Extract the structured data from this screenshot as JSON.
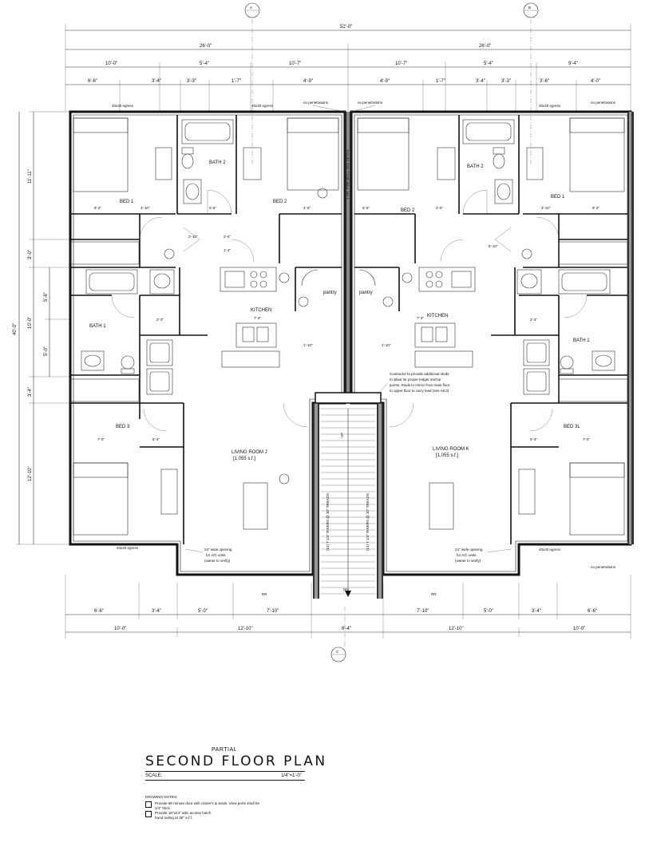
{
  "title": {
    "partial": "PARTIAL",
    "main": "SECOND FLOOR PLAN",
    "scale_label": "SCALE:",
    "scale_value": "1/4\"=1'-0\""
  },
  "drawing_notes": {
    "heading": "DRAWING NOTES:",
    "items": [
      "Provide 90 minute door with closer's & seals. View ports shall be 1/4\" thick",
      "Provide 18\"x24\" attic access hatch",
      "hand railing at 36\" a.f.f."
    ]
  },
  "grid_tags": [
    "A",
    "B",
    "C"
  ],
  "dims_top": {
    "overall": "52'-0\"",
    "halves": [
      "26'-0\"",
      "26'-0\""
    ],
    "row3": [
      "10'-0\"",
      "5'-4\"",
      "10'-7\"",
      "10'-7\"",
      "5'-4\"",
      "9'-4\""
    ],
    "row4": [
      "6'-6\"",
      "3'-4\"",
      "3'-3\"",
      "1'-7\"",
      "4'-9\"",
      "4'-9\"",
      "1'-7\"",
      "3'-4\"",
      "3'-3\"",
      "3'-6\"",
      "4'-0\""
    ]
  },
  "dims_bottom": {
    "row1": [
      "6'-6\"",
      "3'-4\"",
      "5'-0\"",
      "7'-10\"",
      "7'-10\"",
      "5'-0\"",
      "3'-4\"",
      "6'-6\""
    ],
    "row2": [
      "10'-0\"",
      "12'-10\"",
      "6'-4\"",
      "12'-10\"",
      "10'-0\""
    ]
  },
  "dims_left": {
    "overall": "40'-0\"",
    "outer": [
      "11'-11\"",
      "3'-0\"",
      "10'-0\"",
      "3'-4\"",
      "12'-10\""
    ],
    "inner": [
      "5'-6\"",
      "5'-0\""
    ]
  },
  "room_labels": {
    "bed1_left": "BED 1",
    "bed2_left": "BED 2",
    "bath2_left": "BATH 2",
    "bath1_left": "BATH 1",
    "bed3_left": "BED 3",
    "kitchen_left": "KITCHEN",
    "pantry_left": "pantry",
    "living_left": "LIVING ROOM J",
    "living_left_area": "[1,055 s.f.]",
    "bed1_right": "BED 1",
    "bed2_right": "BED 2",
    "bath2_right": "BATH 2",
    "bath1_right": "BATH 1",
    "bed3_right": "BED 3L",
    "kitchen_right": "KITCHEN",
    "pantry_right": "pantry",
    "living_right": "LIVING ROOM K",
    "living_right_area": "[1,055 s.f.]"
  },
  "annotations": {
    "egress": "40x40 egress",
    "no_pen": "no penetrations",
    "contractor": [
      "Contractor to provide additional studs",
      "to allow for proper ledger anchor",
      "points. Studs to mirror from main floor",
      "to upper floor to carry load (see A5.0)"
    ],
    "opening": [
      "24\" wide opening",
      "for A/C units",
      "(owner to verify)"
    ],
    "up": "UP",
    "dn": "DN",
    "rr": "RR",
    "wall_note": "1 HR. FIRE WALL SEE DETAIL",
    "stair_note": "(14) 7 1/4\" RISERS @ 10\" TREADS"
  },
  "small_dims": {
    "d1": "8'-2\"",
    "d2": "3'-10\"",
    "d3": "5'-6\"",
    "d4": "4'-0\"",
    "d5": "7'-3\"",
    "d6": "1'-10\"",
    "d7": "2'-3\"",
    "d8": "7'-0\"",
    "d9": "5'-4\"",
    "d10": "2'-10\"",
    "d11": "2'-6\"",
    "d12": "1'-4\"",
    "d13": "6'-6\"",
    "d14": "2'-0\"",
    "d15": "5'-10\""
  }
}
